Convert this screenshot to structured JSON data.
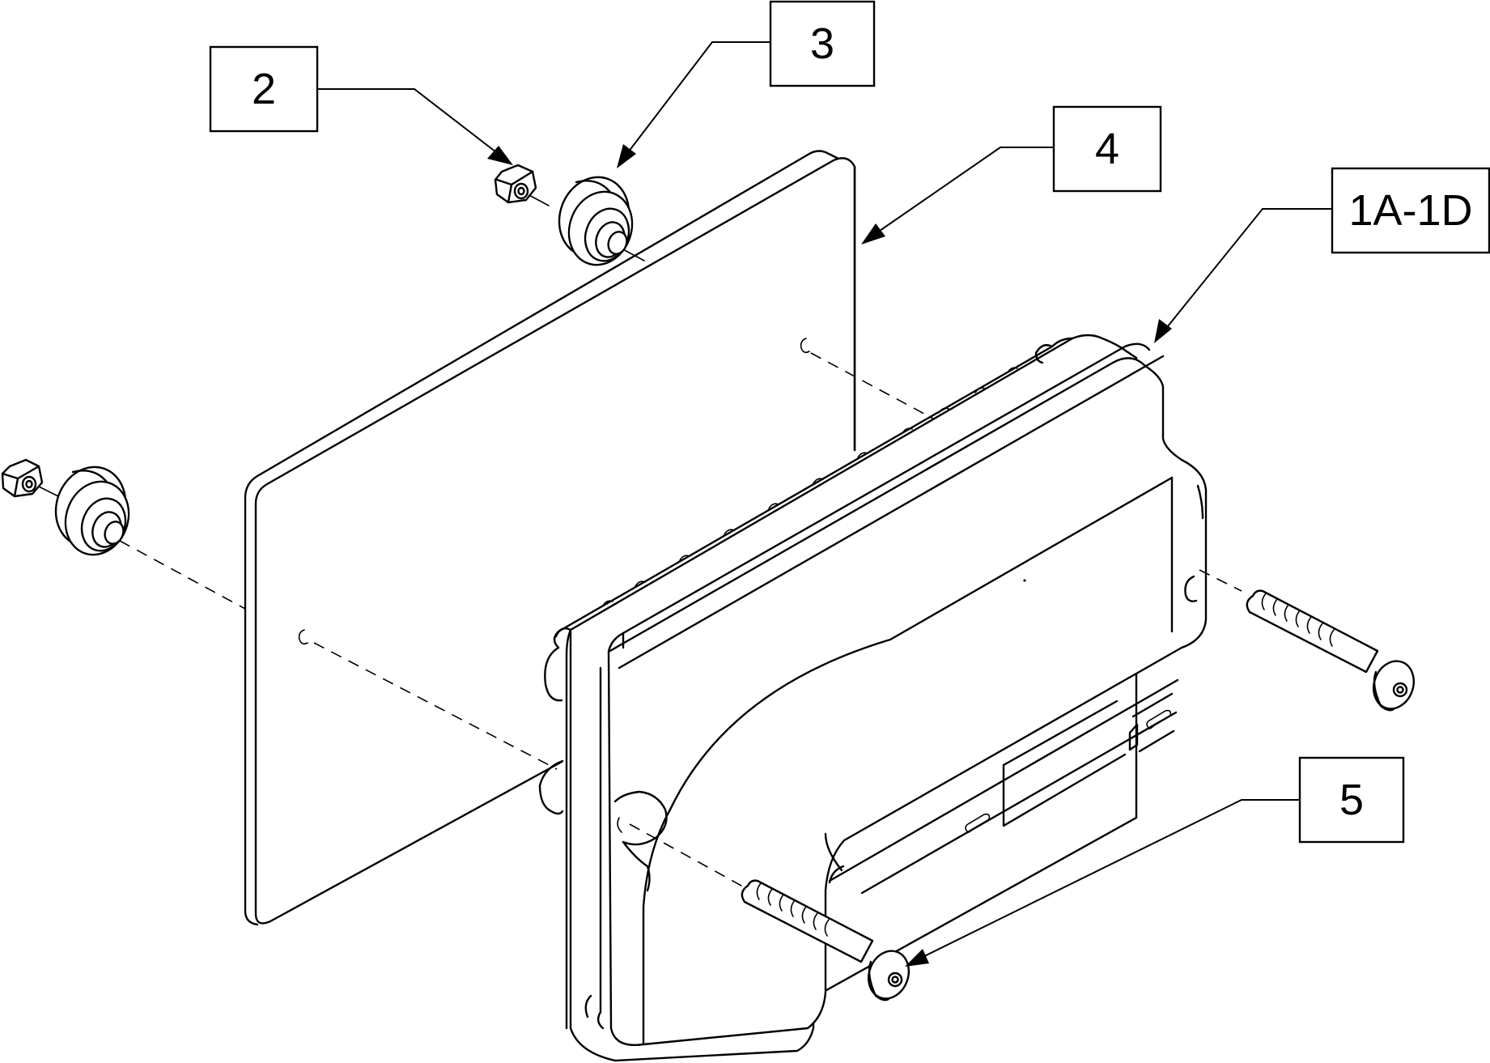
{
  "diagram": {
    "callouts": [
      {
        "id": "c2",
        "label": "2"
      },
      {
        "id": "c3",
        "label": "3"
      },
      {
        "id": "c4",
        "label": "4"
      },
      {
        "id": "c1",
        "label": "1A-1D"
      },
      {
        "id": "c5",
        "label": "5"
      }
    ]
  }
}
